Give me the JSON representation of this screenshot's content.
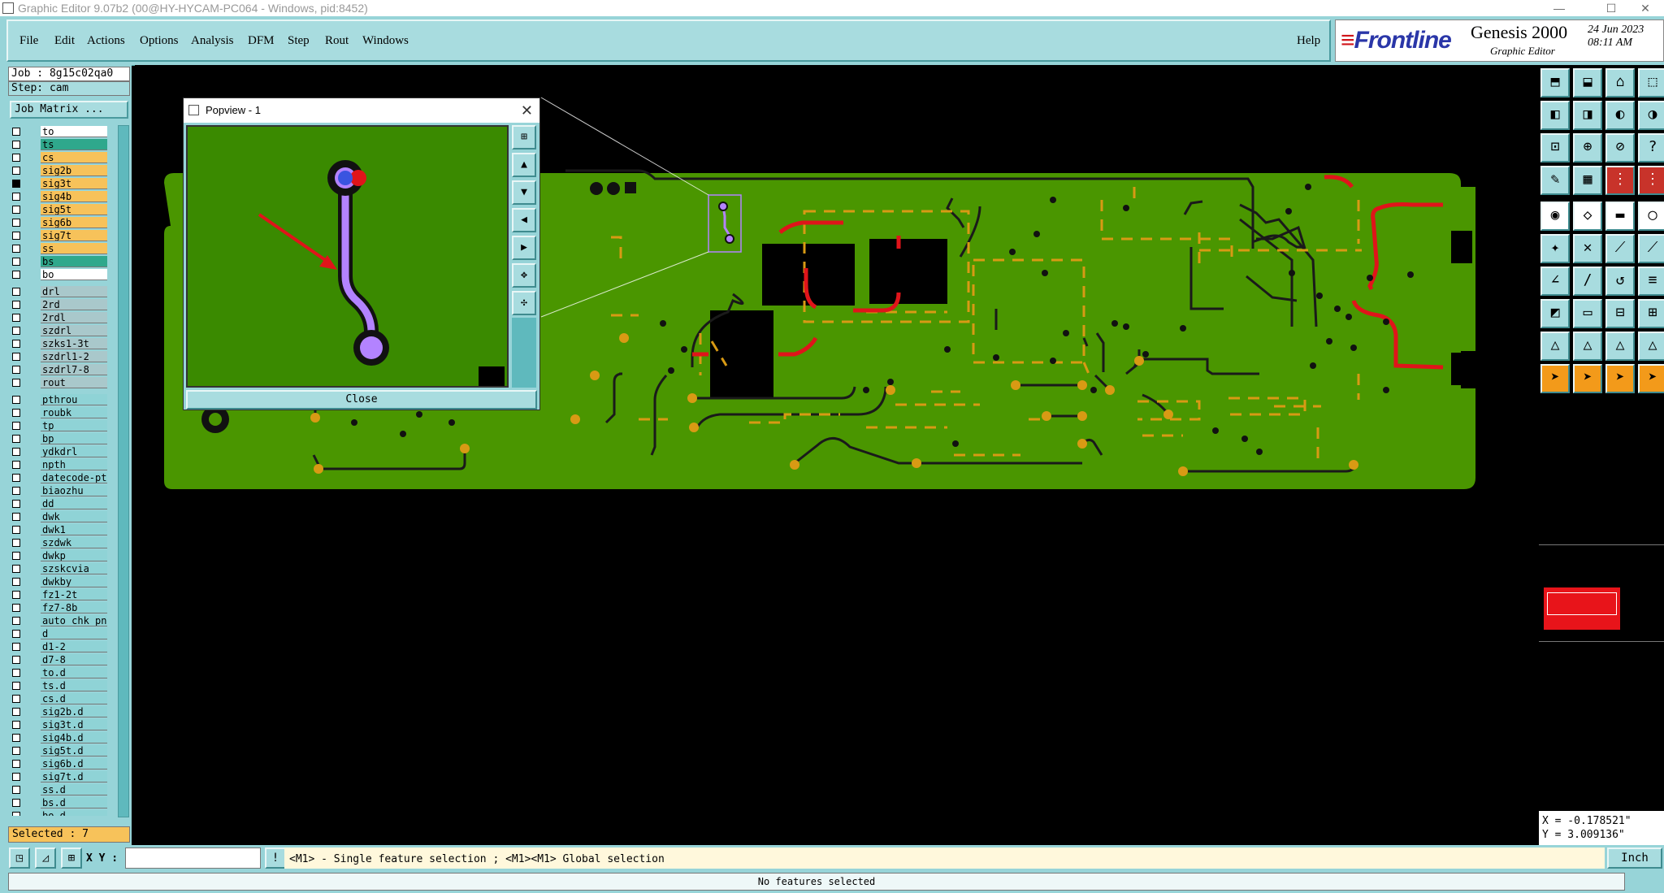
{
  "window": {
    "title": "Graphic Editor 9.07b2 (00@HY-HYCAM-PC064 - Windows, pid:8452)",
    "min": "—",
    "max": "☐",
    "close": "✕"
  },
  "menu": {
    "items": [
      "File",
      "Edit",
      "Actions",
      "Options",
      "Analysis",
      "DFM",
      "Step",
      "Rout",
      "Windows"
    ],
    "help": "Help"
  },
  "brand": {
    "logo": "Frontline",
    "product": "Genesis 2000",
    "subtitle": "Graphic Editor",
    "date": "24 Jun 2023",
    "time": "08:11 AM"
  },
  "job": {
    "job_line": "Job : 8g15c02qa0",
    "step_line": "Step: cam",
    "matrix_label": "Job Matrix ..."
  },
  "layers": [
    {
      "name": "to",
      "color": "#ffffff",
      "checked": false
    },
    {
      "name": "ts",
      "color": "#2fa88c",
      "checked": false
    },
    {
      "name": "cs",
      "color": "#f7c25a",
      "checked": false
    },
    {
      "name": "sig2b",
      "color": "#f7c25a",
      "checked": false
    },
    {
      "name": "sig3t",
      "color": "#f7c25a",
      "checked": true,
      "mark": "▪"
    },
    {
      "name": "sig4b",
      "color": "#f7c25a",
      "checked": false
    },
    {
      "name": "sig5t",
      "color": "#f7c25a",
      "checked": false
    },
    {
      "name": "sig6b",
      "color": "#f7c25a",
      "checked": false
    },
    {
      "name": "sig7t",
      "color": "#f7c25a",
      "checked": false
    },
    {
      "name": "ss",
      "color": "#f7c25a",
      "checked": false
    },
    {
      "name": "bs",
      "color": "#2fa88c",
      "checked": false
    },
    {
      "name": "bo",
      "color": "#ffffff",
      "checked": false
    },
    {
      "name": "drl",
      "color": "#a9c8cb",
      "checked": false,
      "gap": true
    },
    {
      "name": "2rd",
      "color": "#a9c8cb",
      "checked": false
    },
    {
      "name": "2rdl",
      "color": "#a9c8cb",
      "checked": false
    },
    {
      "name": "szdrl",
      "color": "#a9c8cb",
      "checked": false
    },
    {
      "name": "szks1-3t",
      "color": "#a9c8cb",
      "checked": false
    },
    {
      "name": "szdrl1-2",
      "color": "#a9c8cb",
      "checked": false
    },
    {
      "name": "szdrl7-8",
      "color": "#a9c8cb",
      "checked": false
    },
    {
      "name": "rout",
      "color": "#a9c8cb",
      "checked": false
    },
    {
      "name": "pthrou",
      "color": "#8fd3d6",
      "checked": false,
      "gap": true
    },
    {
      "name": "roubk",
      "color": "#8fd3d6",
      "checked": false
    },
    {
      "name": "tp",
      "color": "#8fd3d6",
      "checked": false
    },
    {
      "name": "bp",
      "color": "#8fd3d6",
      "checked": false
    },
    {
      "name": "ydkdrl",
      "color": "#8fd3d6",
      "checked": false
    },
    {
      "name": "npth",
      "color": "#8fd3d6",
      "checked": false
    },
    {
      "name": "datecode-ptr",
      "color": "#8fd3d6",
      "checked": false
    },
    {
      "name": "biaozhu",
      "color": "#8fd3d6",
      "checked": false
    },
    {
      "name": "dd",
      "color": "#8fd3d6",
      "checked": false
    },
    {
      "name": "dwk",
      "color": "#8fd3d6",
      "checked": false
    },
    {
      "name": "dwk1",
      "color": "#8fd3d6",
      "checked": false
    },
    {
      "name": "szdwk",
      "color": "#8fd3d6",
      "checked": false
    },
    {
      "name": "dwkp",
      "color": "#8fd3d6",
      "checked": false
    },
    {
      "name": "szskcvia",
      "color": "#8fd3d6",
      "checked": false
    },
    {
      "name": "dwkby",
      "color": "#8fd3d6",
      "checked": false
    },
    {
      "name": "fz1-2t",
      "color": "#8fd3d6",
      "checked": false
    },
    {
      "name": "fz7-8b",
      "color": "#8fd3d6",
      "checked": false
    },
    {
      "name": "auto_chk_pn",
      "color": "#8fd3d6",
      "checked": false
    },
    {
      "name": "d",
      "color": "#8fd3d6",
      "checked": false
    },
    {
      "name": "d1-2",
      "color": "#8fd3d6",
      "checked": false
    },
    {
      "name": "d7-8",
      "color": "#8fd3d6",
      "checked": false
    },
    {
      "name": "to.d",
      "color": "#8fd3d6",
      "checked": false,
      "mark": "◆"
    },
    {
      "name": "ts.d",
      "color": "#8fd3d6",
      "checked": false,
      "mark": "◆"
    },
    {
      "name": "cs.d",
      "color": "#8fd3d6",
      "checked": false,
      "mark": "◆"
    },
    {
      "name": "sig2b.d",
      "color": "#8fd3d6",
      "checked": false,
      "mark": "◆"
    },
    {
      "name": "sig3t.d",
      "color": "#8fd3d6",
      "checked": false,
      "mark": "◆"
    },
    {
      "name": "sig4b.d",
      "color": "#8fd3d6",
      "checked": false,
      "mark": "◆"
    },
    {
      "name": "sig5t.d",
      "color": "#8fd3d6",
      "checked": false,
      "mark": "◆"
    },
    {
      "name": "sig6b.d",
      "color": "#8fd3d6",
      "checked": false,
      "mark": "◆"
    },
    {
      "name": "sig7t.d",
      "color": "#8fd3d6",
      "checked": false,
      "mark": "◆"
    },
    {
      "name": "ss.d",
      "color": "#8fd3d6",
      "checked": false,
      "mark": "◆"
    },
    {
      "name": "bs.d",
      "color": "#8fd3d6",
      "checked": false,
      "mark": "◆"
    },
    {
      "name": "bo.d",
      "color": "#8fd3d6",
      "checked": false,
      "mark": "◆"
    }
  ],
  "selected": "Selected : 7",
  "popview": {
    "title": "Popview - 1",
    "close_label": "Close"
  },
  "coords": {
    "x": "X = -0.178521\"",
    "y": "Y = 3.009136\""
  },
  "status": {
    "xy_label": "X Y :",
    "hint": "<M1> - Single feature selection ; <M1><M1> Global selection",
    "unit": "Inch",
    "message": "No features selected"
  },
  "colors": {
    "board": "#4a9600",
    "trace_dark": "#1a1a1a",
    "pad_orange": "#d89a14",
    "trace_red": "#e0141a",
    "highlight": "#b383ff"
  },
  "icons": {
    "help": "help-icon",
    "unit": "unit-icon"
  }
}
